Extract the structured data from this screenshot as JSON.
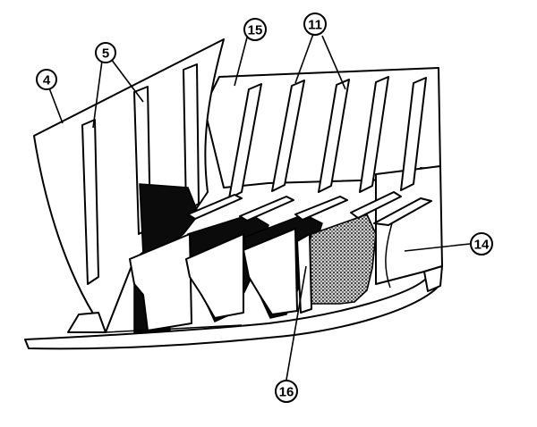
{
  "callouts": {
    "c4": "4",
    "c5": "5",
    "c15": "15",
    "c11": "11",
    "c14": "14",
    "c16": "16"
  }
}
